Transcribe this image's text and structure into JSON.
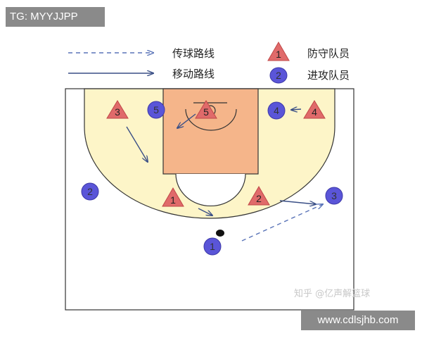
{
  "header_tag": "TG: MYYJJPP",
  "footer_site": "www.cdlsjhb.com",
  "watermark": "知乎 @亿声解篮球",
  "legend": {
    "pass_label": "传球路线",
    "move_label": "移动路线",
    "defender_label": "防守队员",
    "defender_sample": "1",
    "attacker_label": "进攻队员",
    "attacker_sample": "2"
  },
  "players": {
    "defenders": [
      {
        "id": "d3",
        "label": "3"
      },
      {
        "id": "d5",
        "label": "5"
      },
      {
        "id": "d4",
        "label": "4"
      },
      {
        "id": "d1",
        "label": "1"
      },
      {
        "id": "d2",
        "label": "2"
      }
    ],
    "attackers": [
      {
        "id": "a5",
        "label": "5"
      },
      {
        "id": "a4",
        "label": "4"
      },
      {
        "id": "a2",
        "label": "2"
      },
      {
        "id": "a3",
        "label": "3"
      },
      {
        "id": "a1",
        "label": "1"
      }
    ]
  },
  "colors": {
    "defender_fill": "#e06a6a",
    "attacker_fill": "#5a55d8",
    "zone_fill": "#fdf5c8",
    "paint_fill": "#f5b58a",
    "arrow_color": "#3a4f86",
    "pass_color": "#5a74b8"
  }
}
